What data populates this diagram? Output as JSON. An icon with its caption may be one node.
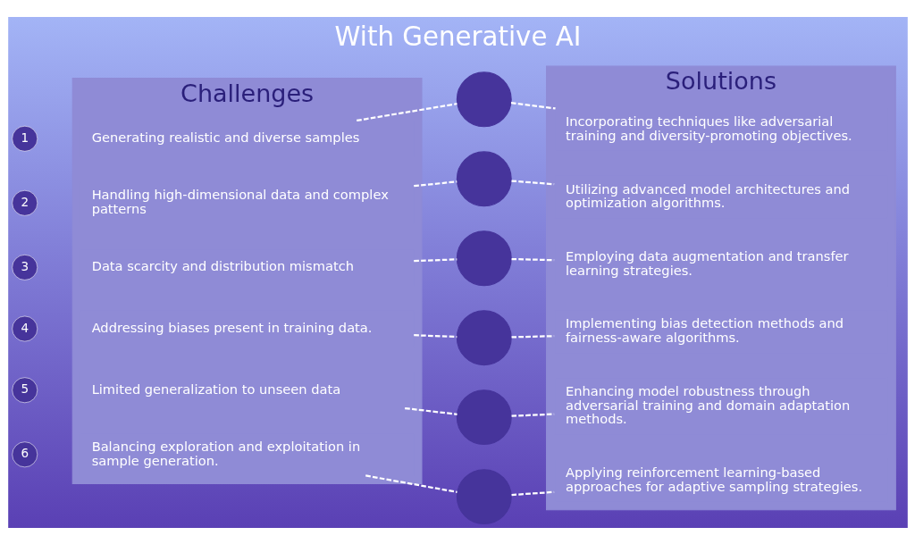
{
  "diagram": {
    "title": "With Generative AI",
    "nodes": [
      {
        "text": [
          "Challenges"
        ]
      },
      {
        "text": [
          "Solutions"
        ]
      },
      {
        "text": [
          "1"
        ]
      },
      {
        "text": [
          "Generating realistic and diverse samples"
        ],
        "in": 0
      },
      {
        "text": [],
        "shape": "circle"
      },
      {
        "text": [
          "Incorporating techniques like adversarial training and diversity-promoting objectives."
        ],
        "in": 1
      },
      {
        "text": [
          "2"
        ]
      },
      {
        "text": [
          "Handling high-dimensional data and complex patterns"
        ],
        "in": 0
      },
      {
        "text": [],
        "shape": "circle"
      },
      {
        "text": [
          "Utilizing advanced model architectures and optimization algorithms."
        ],
        "in": 1
      },
      {
        "text": [
          "3"
        ]
      },
      {
        "text": [
          "Data scarcity and distribution mismatch"
        ],
        "in": 0
      },
      {
        "text": [],
        "shape": "circle"
      },
      {
        "text": [
          "Employing data augmentation and transfer learning strategies."
        ],
        "in": 1
      },
      {
        "text": [
          "4"
        ]
      },
      {
        "text": [
          "Addressing biases present in training data."
        ],
        "in": 0
      },
      {
        "text": [],
        "shape": "circle"
      },
      {
        "text": [
          "Implementing bias detection methods and fairness-aware algorithms."
        ],
        "in": 1
      },
      {
        "text": [
          "5"
        ]
      },
      {
        "text": [
          "Limited generalization to unseen data"
        ],
        "in": 0
      },
      {
        "text": [],
        "shape": "circle"
      },
      {
        "text": [
          "Enhancing model robustness through adversarial training and domain adaptation methods."
        ],
        "in": 1
      },
      {
        "text": [
          "6"
        ]
      },
      {
        "text": [
          "Balancing exploration and exploitation in sample generation."
        ],
        "in": 0
      },
      {
        "text": [],
        "shape": "circle"
      },
      {
        "text": [
          "Applying reinforcement learning-based approaches for adaptive sampling strategies."
        ],
        "in": 1
      }
    ],
    "edges": [
      {
        "from": 3,
        "to": 4,
        "arrow": "none",
        "style": "dashed",
        "color": "#ffffff"
      },
      {
        "from": 4,
        "to": 5,
        "arrow": "none",
        "style": "dashed",
        "color": "#ffffff"
      },
      {
        "from": 7,
        "to": 8,
        "arrow": "none",
        "style": "dashed",
        "color": "#ffffff"
      },
      {
        "from": 8,
        "to": 9,
        "arrow": "none",
        "style": "dashed",
        "color": "#ffffff"
      },
      {
        "from": 11,
        "to": 12,
        "arrow": "none",
        "style": "dashed",
        "color": "#ffffff"
      },
      {
        "from": 12,
        "to": 13,
        "arrow": "none",
        "style": "dashed",
        "color": "#ffffff"
      },
      {
        "from": 15,
        "to": 16,
        "arrow": "none",
        "style": "dashed",
        "color": "#ffffff"
      },
      {
        "from": 16,
        "to": 17,
        "arrow": "none",
        "style": "dashed",
        "color": "#ffffff"
      },
      {
        "from": 19,
        "to": 20,
        "arrow": "none",
        "style": "dashed",
        "color": "#ffffff"
      },
      {
        "from": 20,
        "to": 21,
        "arrow": "none",
        "style": "dashed",
        "color": "#ffffff"
      },
      {
        "from": 23,
        "to": 24,
        "arrow": "none",
        "style": "dashed",
        "color": "#ffffff"
      },
      {
        "from": 24,
        "to": 25,
        "arrow": "none",
        "style": "dashed",
        "color": "#ffffff"
      }
    ]
  }
}
